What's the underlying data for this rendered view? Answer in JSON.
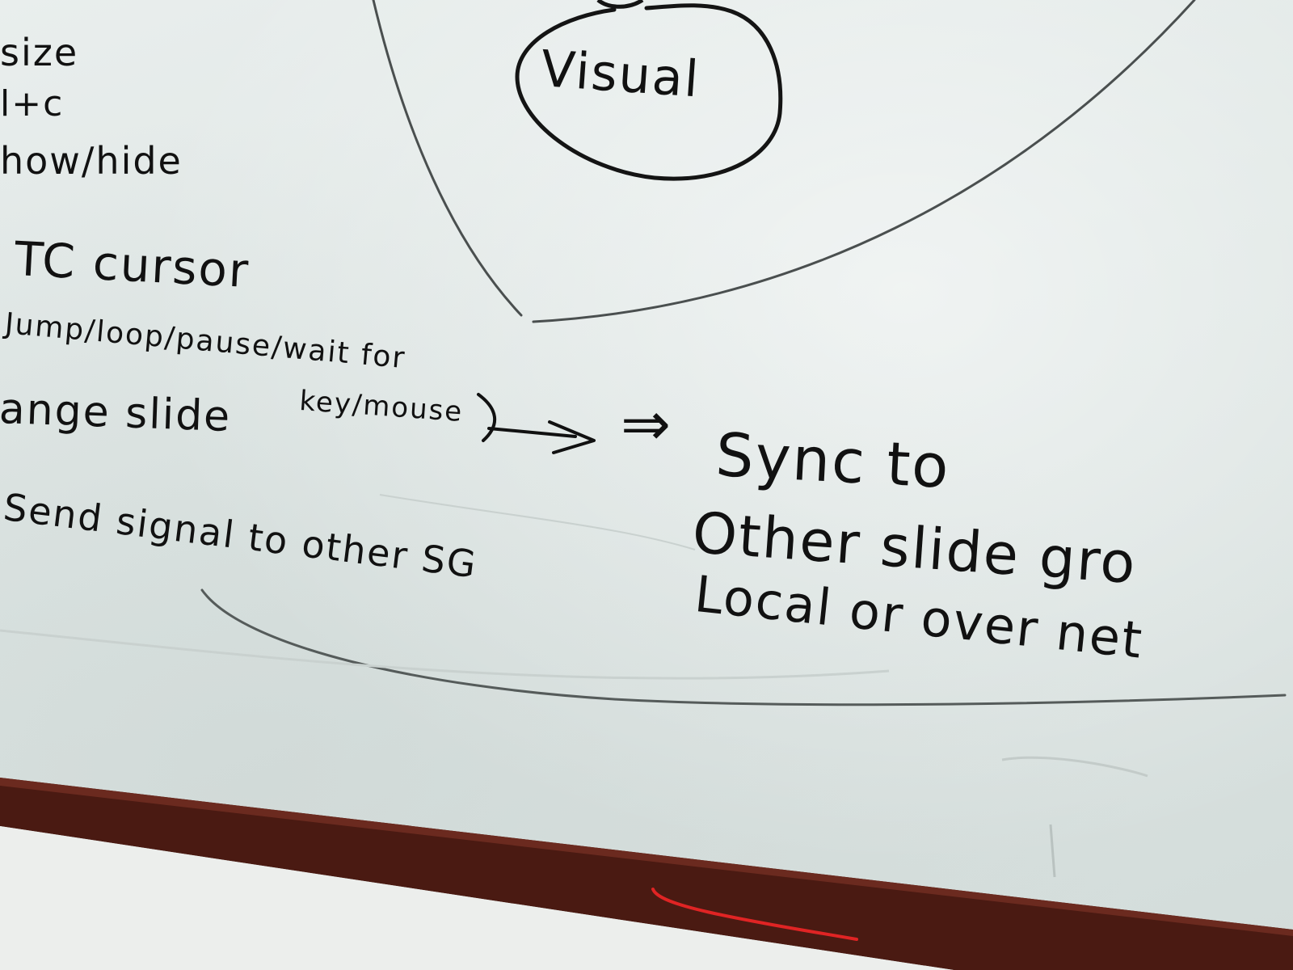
{
  "board": {
    "bubble_label": "Visual",
    "left_column": [
      "size",
      "l+c",
      "how/hide",
      "TC cursor",
      "Jump/loop/pause/wait for",
      "key/mouse",
      "ange slide",
      "Send signal to other SG"
    ],
    "arrow_glyph": "⇒",
    "sync_note": [
      "Sync to",
      "Other slide gro",
      "Local or over net"
    ]
  },
  "colors": {
    "board_surface": "#dfe6e5",
    "marker_ink": "#111111",
    "tray_rail": "#4a1a12",
    "red_marker_mark": "#e02424"
  }
}
